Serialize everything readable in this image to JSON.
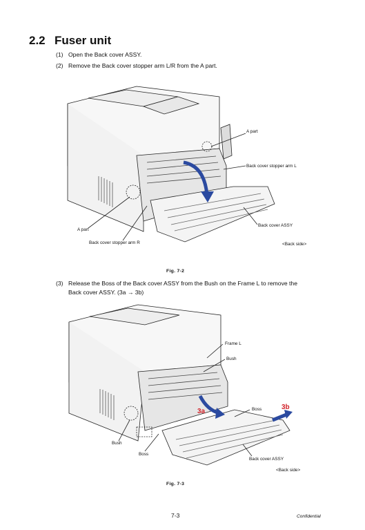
{
  "section": {
    "number": "2.2",
    "title": "Fuser unit"
  },
  "steps": [
    {
      "num": "(1)",
      "text": "Open the Back cover ASSY."
    },
    {
      "num": "(2)",
      "text": "Remove the Back cover stopper arm L/R from the A part."
    },
    {
      "num": "(3)",
      "text": "Release the Boss of the Back cover ASSY from the Bush on the Frame L to remove the",
      "text2": "Back cover ASSY. (3a → 3b)"
    }
  ],
  "figure1": {
    "caption": "Fig. 7-2",
    "callouts": {
      "a_part_top": "A part",
      "stopper_l": "Back cover stopper arm L",
      "back_cover": "Back cover ASSY",
      "a_part_left": "A part",
      "stopper_r": "Back cover stopper arm R",
      "side": "<Back side>"
    }
  },
  "figure2": {
    "caption": "Fig. 7-3",
    "callouts": {
      "frame_l": "Frame L",
      "bush_top": "Bush",
      "boss_right": "Boss",
      "step_3b": "3b",
      "step_3a": "3a",
      "bush_left": "Bush",
      "boss_left": "Boss",
      "back_cover": "Back cover ASSY",
      "side": "<Back side>"
    }
  },
  "footer": {
    "page": "7-3",
    "confidential": "Confidential"
  },
  "colors": {
    "arrow_blue": "#2b4aa0",
    "label_red": "#d2232a"
  }
}
